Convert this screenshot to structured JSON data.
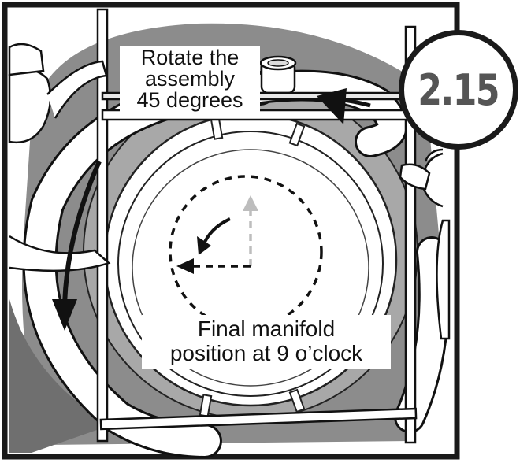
{
  "figure": {
    "step_number": "2.15",
    "instruction_lines": [
      "Rotate the",
      "assembly",
      "45 degrees"
    ],
    "result_lines": [
      "Final manifold",
      "position at 9 o’clock"
    ]
  },
  "colors": {
    "frame": "#1a1a1a",
    "tank_shading": "#8c8c8c",
    "manifold_outline": "#111111",
    "badge_text": "#555555",
    "background": "#ffffff"
  },
  "icons": {
    "rotation_arrow_left": "curved-arrow-down-icon",
    "rotation_arrow_top": "curved-arrow-left-icon",
    "clock_position_indicator": "dashed-circle-clock-icon"
  }
}
